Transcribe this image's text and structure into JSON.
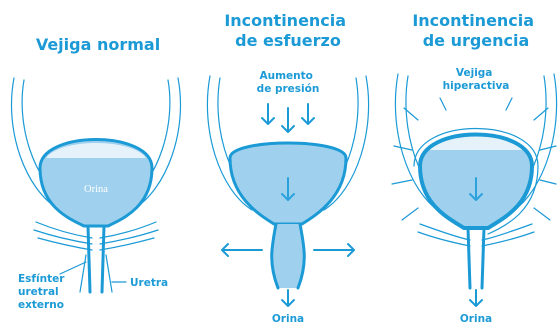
{
  "panels": {
    "normal": {
      "title": "Vejiga normal",
      "urine": "Orina",
      "sphincter": [
        "Esfínter",
        "uretral",
        "externo"
      ],
      "urethra": "Uretra"
    },
    "stress": {
      "title": [
        "Incontinencia",
        "de esfuerzo"
      ],
      "pressure": [
        "Aumento",
        "de presión"
      ],
      "urine": "Orina"
    },
    "urge": {
      "title": [
        "Incontinencia",
        "de urgencia"
      ],
      "overactive": [
        "Vejiga",
        "hiperactiva"
      ],
      "urine": "Orina"
    }
  },
  "colors": {
    "primary": "#1b9ad6",
    "bladder_fill": "#9fd1ee",
    "bladder_wall": "#1b9ad6"
  }
}
